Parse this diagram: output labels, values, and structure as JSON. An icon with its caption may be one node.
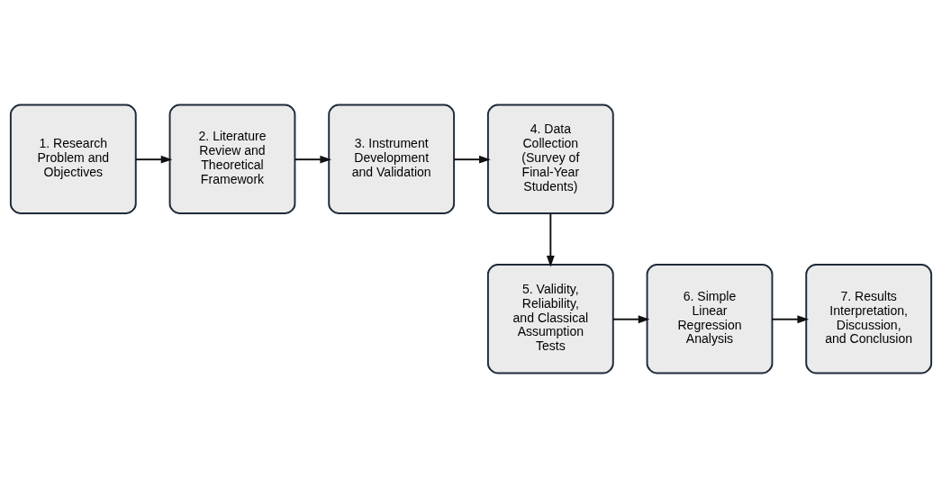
{
  "diagram": {
    "nodes": [
      {
        "text": [
          "1. Research Problem and Objectives"
        ]
      },
      {
        "text": [
          "2. Literature Review and Theoretical Framework"
        ]
      },
      {
        "text": [
          "3. Instrument Development and Validation"
        ]
      },
      {
        "text": [
          "4. Data Collection (Survey of Final-Year Students)"
        ]
      },
      {
        "text": [
          "5. Validity, Reliability, and Classical Assumption Tests"
        ]
      },
      {
        "text": [
          "6. Simple Linear Regression Analysis"
        ]
      },
      {
        "text": [
          "7. Results Interpretation, Discussion, and Conclusion"
        ]
      }
    ],
    "edges": [
      {
        "from": 0,
        "to": 1,
        "arrow": "to"
      },
      {
        "from": 1,
        "to": 2,
        "arrow": "to"
      },
      {
        "from": 2,
        "to": 3,
        "arrow": "to"
      },
      {
        "from": 3,
        "to": 4,
        "arrow": "to"
      },
      {
        "from": 4,
        "to": 5,
        "arrow": "to"
      },
      {
        "from": 5,
        "to": 6,
        "arrow": "to"
      }
    ]
  }
}
